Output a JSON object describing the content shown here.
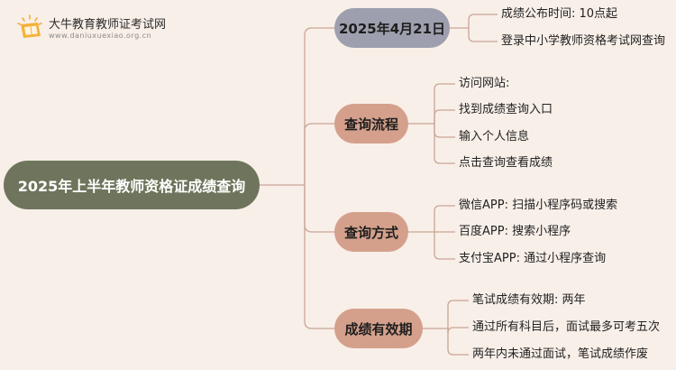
{
  "logo": {
    "title": "大牛教育教师证考试网",
    "url": "www.daniuxuexiao.org.cn"
  },
  "colors": {
    "background": "#f8efe8",
    "root": "#6e755c",
    "branch_primary": "#9d9fae",
    "branch_secondary": "#d4a08c",
    "connector": "#c9a596"
  },
  "root": {
    "label": "2025年上半年教师资格证成绩查询"
  },
  "branches": [
    {
      "label": "2025年4月21日",
      "items": [
        "成绩公布时间: 10点起",
        "登录中小学教师资格考试网查询"
      ]
    },
    {
      "label": "查询流程",
      "items": [
        "访问网站:",
        "找到成绩查询入口",
        "输入个人信息",
        "点击查询查看成绩"
      ]
    },
    {
      "label": "查询方式",
      "items": [
        "微信APP: 扫描小程序码或搜索",
        "百度APP: 搜索小程序",
        "支付宝APP: 通过小程序查询"
      ]
    },
    {
      "label": "成绩有效期",
      "items": [
        "笔试成绩有效期: 两年",
        "通过所有科目后，面试最多可考五次",
        "两年内未通过面试，笔试成绩作废"
      ]
    }
  ]
}
